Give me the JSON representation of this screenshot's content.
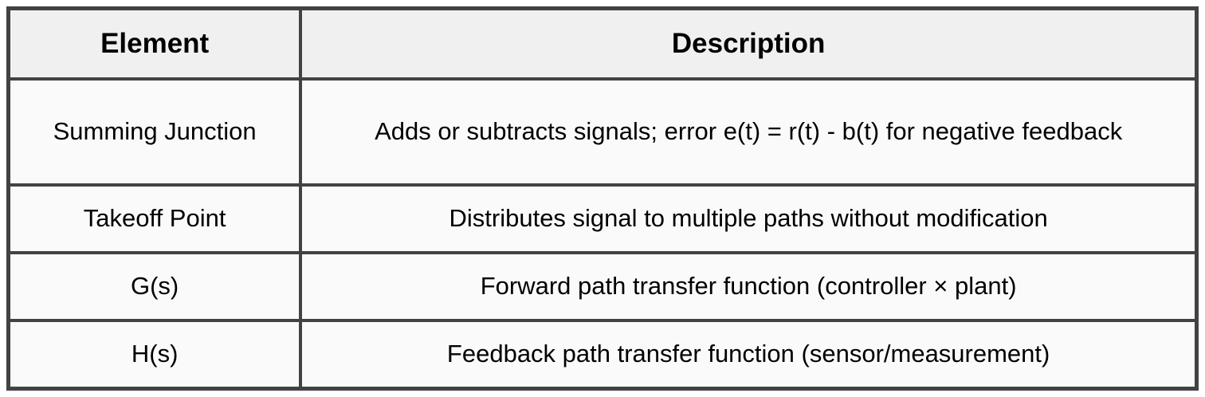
{
  "table": {
    "headers": {
      "element": "Element",
      "description": "Description"
    },
    "rows": [
      {
        "element": "Summing Junction",
        "description": "Adds or subtracts signals; error e(t) = r(t) - b(t) for negative feedback"
      },
      {
        "element": "Takeoff Point",
        "description": "Distributes signal to multiple paths without modification"
      },
      {
        "element": "G(s)",
        "description": "Forward path transfer function (controller × plant)"
      },
      {
        "element": "H(s)",
        "description": "Feedback path transfer function (sensor/measurement)"
      }
    ],
    "colors": {
      "border": "#424242",
      "header_bg": "#f0f0f0",
      "row_bg": "#fafafa",
      "text": "#000000"
    }
  }
}
